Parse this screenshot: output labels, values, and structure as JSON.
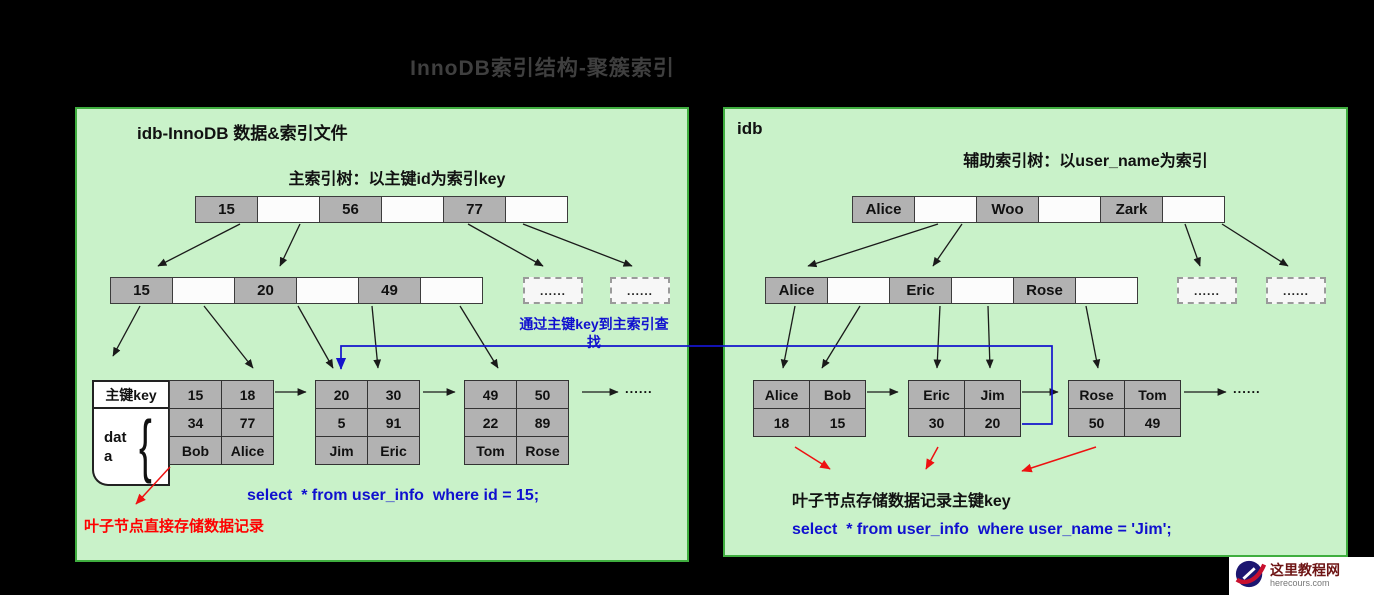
{
  "page_title": "InnoDB索引结构-聚簇索引",
  "left_panel": {
    "title": "idb-InnoDB 数据&索引文件",
    "subtitle": "主索引树：以主键id为索引key",
    "root_node": [
      "15",
      "",
      "56",
      "",
      "77",
      ""
    ],
    "level2_node": [
      "15",
      "",
      "20",
      "",
      "49",
      ""
    ],
    "overflow_left": "......",
    "overflow_right": "......",
    "lookup_note": "通过主键key到主索引查找",
    "key_label": "主键key",
    "data_label": "dat\na",
    "brace": "{",
    "leaf_blocks": [
      {
        "rows": [
          [
            "15",
            "18"
          ],
          [
            "34",
            "77"
          ],
          [
            "Bob",
            "Alice"
          ]
        ]
      },
      {
        "rows": [
          [
            "20",
            "30"
          ],
          [
            "5",
            "91"
          ],
          [
            "Jim",
            "Eric"
          ]
        ]
      },
      {
        "rows": [
          [
            "49",
            "50"
          ],
          [
            "22",
            "89"
          ],
          [
            "Tom",
            "Rose"
          ]
        ]
      }
    ],
    "more_dots": "......",
    "sql": "select  * from user_info  where id = 15;",
    "leaf_note": "叶子节点直接存储数据记录"
  },
  "right_panel": {
    "title": "idb",
    "subtitle": "辅助索引树：以user_name为索引",
    "root_node": [
      "Alice",
      "",
      "Woo",
      "",
      "Zark",
      ""
    ],
    "level2_node": [
      "Alice",
      "",
      "Eric",
      "",
      "Rose",
      ""
    ],
    "overflow_left": "......",
    "overflow_right": "......",
    "leaf_blocks": [
      {
        "rows": [
          [
            "Alice",
            "Bob"
          ],
          [
            "18",
            "15"
          ]
        ]
      },
      {
        "rows": [
          [
            "Eric",
            "Jim"
          ],
          [
            "30",
            "20"
          ]
        ]
      },
      {
        "rows": [
          [
            "Rose",
            "Tom"
          ],
          [
            "50",
            "49"
          ]
        ]
      }
    ],
    "more_dots": "......",
    "note": "叶子节点存储数据记录主键key",
    "sql": "select  * from user_info  where user_name = 'Jim';"
  },
  "watermark": {
    "name": "这里教程网",
    "domain": "herecours.com"
  },
  "colors": {
    "panel_bg": "#c9f2c9",
    "panel_border": "#3fae3f",
    "cell_fill": "#b2b2b2",
    "sql_blue": "#1010cf",
    "note_red": "#ff0000",
    "connector_blue": "#1414cc"
  }
}
